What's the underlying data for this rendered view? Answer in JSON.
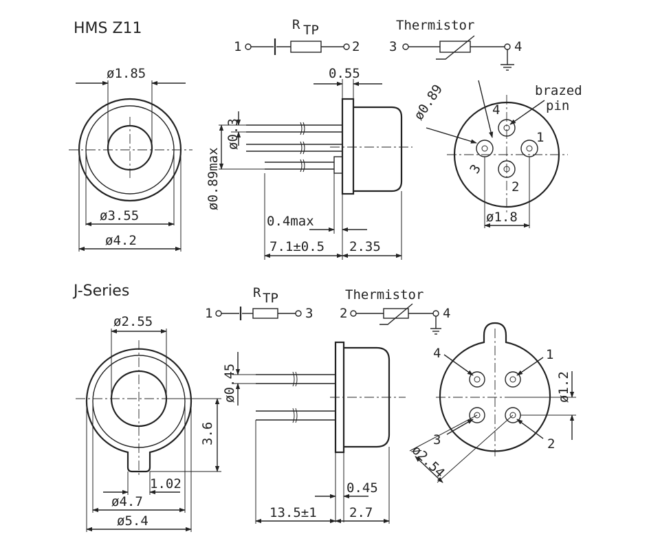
{
  "sections": [
    {
      "id": "hms",
      "title": "HMS Z11",
      "schematic": {
        "rtp_label": "R",
        "rtp_sub": "TP",
        "rtp_pin_a": "1",
        "rtp_pin_b": "2",
        "thermistor_label": "Thermistor",
        "th_pin_a": "3",
        "th_pin_b": "4"
      },
      "front_view": {
        "inner_diameter": "ø1.85",
        "window_diameter": "ø3.55",
        "outer_diameter": "ø4.2"
      },
      "side_view": {
        "lead_diameter": "ø0.3",
        "lead_span": "ø0.89max",
        "flange_thickness": "0.55",
        "flange_max": "0.4max",
        "lead_length": "7.1±0.5",
        "body_length": "2.35"
      },
      "bottom_view": {
        "pin_circle": "ø0.89",
        "brazed_pin_label": "brazed",
        "brazed_pin_label2": "pin",
        "pin_spacing": "ø1.8",
        "pin_1": "1",
        "pin_2": "2",
        "pin_3": "3",
        "pin_4": "4"
      }
    },
    {
      "id": "j",
      "title": "J-Series",
      "schematic": {
        "rtp_label": "R",
        "rtp_sub": "TP",
        "rtp_pin_a": "1",
        "rtp_pin_b": "3",
        "thermistor_label": "Thermistor",
        "th_pin_a": "2",
        "th_pin_b": "4"
      },
      "front_view": {
        "inner_diameter": "ø2.55",
        "tab_height": "3.6",
        "tab_width": "1.02",
        "window_diameter": "ø4.7",
        "outer_diameter": "ø5.4"
      },
      "side_view": {
        "lead_diameter": "ø0.45",
        "flange_thickness": "0.45",
        "lead_length": "13.5±1",
        "body_length": "2.7"
      },
      "bottom_view": {
        "pin_1": "1",
        "pin_2": "2",
        "pin_3": "3",
        "pin_4": "4",
        "pin_spacing": "ø1.2",
        "pin_circle": "ø2.54"
      }
    }
  ]
}
